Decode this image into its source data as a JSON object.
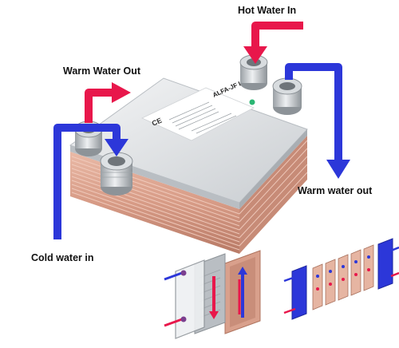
{
  "labels": {
    "hot_water_in": "Hot Water In",
    "warm_water_out_top": "Warm Water Out",
    "warm_water_out_right": "Warm water out",
    "cold_water_in": "Cold water in"
  },
  "nameplate": {
    "brand": "ALFA-JF LLC",
    "marks": "CE"
  },
  "colors": {
    "hot": "#e8174b",
    "cold": "#2c37d9",
    "copper": "#d9a08c",
    "steel": "#cfd3d6",
    "status_dot": "#2bb673"
  },
  "icons": [
    "red-arrow-icon",
    "blue-arrow-icon",
    "ce-mark-icon",
    "status-light-icon"
  ]
}
